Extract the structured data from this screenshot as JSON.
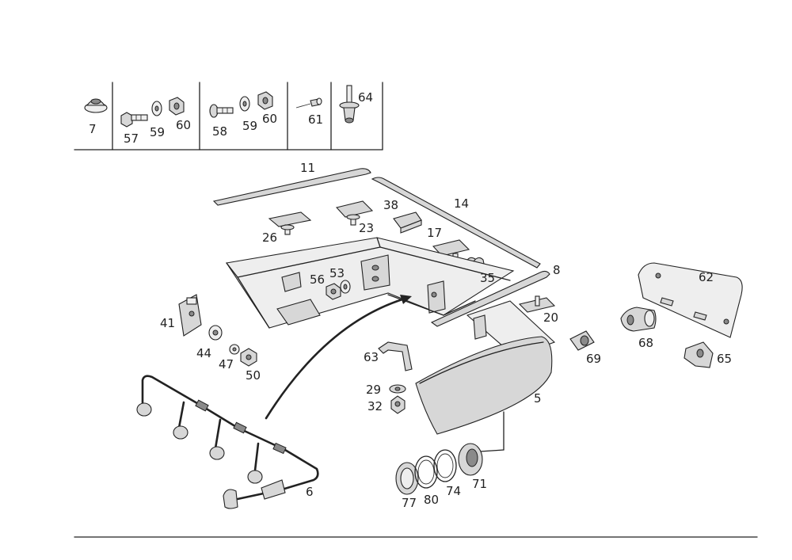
{
  "callouts": {
    "c7": "7",
    "c57": "57",
    "c59a": "59",
    "c60a": "60",
    "c58": "58",
    "c59b": "59",
    "c60b": "60",
    "c61": "61",
    "c64": "64",
    "c11": "11",
    "c14": "14",
    "c38": "38",
    "c26": "26",
    "c23": "23",
    "c17": "17",
    "c35": "35",
    "c8": "8",
    "c56": "56",
    "c53": "53",
    "c62": "62",
    "c41": "41",
    "c20": "20",
    "c44": "44",
    "c47": "47",
    "c50": "50",
    "c68": "68",
    "c63": "63",
    "c69": "69",
    "c65": "65",
    "c29": "29",
    "c5": "5",
    "c32": "32",
    "c6": "6",
    "c71": "71",
    "c74": "74",
    "c77": "77",
    "c80": "80"
  }
}
